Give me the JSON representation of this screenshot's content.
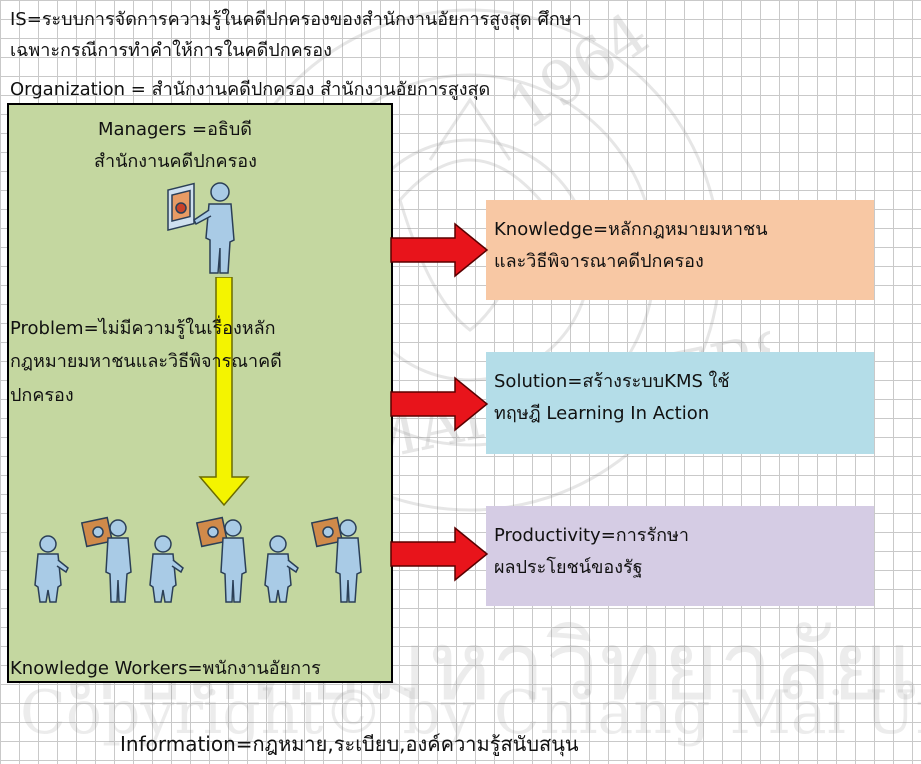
{
  "header": {
    "line1": "IS=ระบบการจัดการความรู้ในคดีปกครองของสำนักงานอัยการสูงสุด ศึกษา",
    "line2": "เฉพาะกรณีการทำคำให้การในคดีปกครอง",
    "line3": "Organization = สำนักงานคดีปกครอง สำนักงานอัยการสูงสุด"
  },
  "organization_box": {
    "managers_line1": "Managers =อธิบดี",
    "managers_line2": "สำนักงานคดีปกครอง",
    "problem_line1": "Problem=ไม่มีความรู้ในเรื่องหลัก",
    "problem_line2": "กฎหมายมหาชนและวิธีพิจารณาคดี",
    "problem_line3": "ปกครอง",
    "workers_label": "Knowledge Workers=พนักงานอัยการ"
  },
  "outputs": [
    {
      "line1": "Knowledge=หลักกฎหมายมหาชน",
      "line2": "และวิธีพิจารณาคดีปกครอง",
      "color": "#f8c8a4"
    },
    {
      "line1": "Solution=สร้างระบบKMS ใช้",
      "line2": "ทฤษฎี Learning In Action",
      "color": "#b4dde8"
    },
    {
      "line1": "Productivity=การรักษา",
      "line2": "ผลประโยชน์ของรัฐ",
      "color": "#d5cce4"
    }
  ],
  "footer": {
    "information": "Information=กฎหมาย,ระเบียบ,องค์ความรู้สนับสนุน"
  },
  "watermark": {
    "line1": "ลิขสิทธิ์มหาวิทยาลัยเชียงใหม่",
    "line2": "Copyright© by Chiang Mai University"
  },
  "colors": {
    "box_green": "#c4d7a0",
    "arrow_red": "#e8141b",
    "arrow_yellow": "#f4f400",
    "person_blue": "#a9cbe6"
  }
}
